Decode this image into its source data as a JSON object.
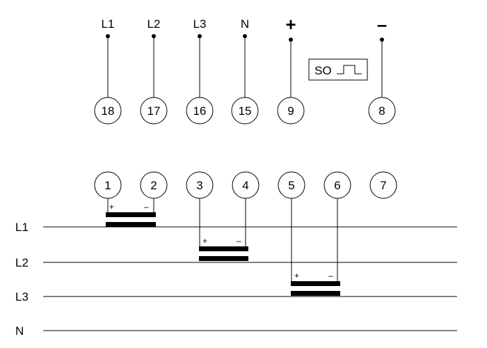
{
  "top_terminals": [
    {
      "label": "L1",
      "number": "18"
    },
    {
      "label": "L2",
      "number": "17"
    },
    {
      "label": "L3",
      "number": "16"
    },
    {
      "label": "N",
      "number": "15"
    },
    {
      "label": "+",
      "number": "9"
    },
    {
      "label": "–",
      "number": "8"
    }
  ],
  "so_output": {
    "label": "SO"
  },
  "bottom_terminals": [
    "1",
    "2",
    "3",
    "4",
    "5",
    "6",
    "7"
  ],
  "phase_lines": [
    "L1",
    "L2",
    "L3",
    "N"
  ],
  "ct_polarity": {
    "plus": "+",
    "minus": "–"
  }
}
